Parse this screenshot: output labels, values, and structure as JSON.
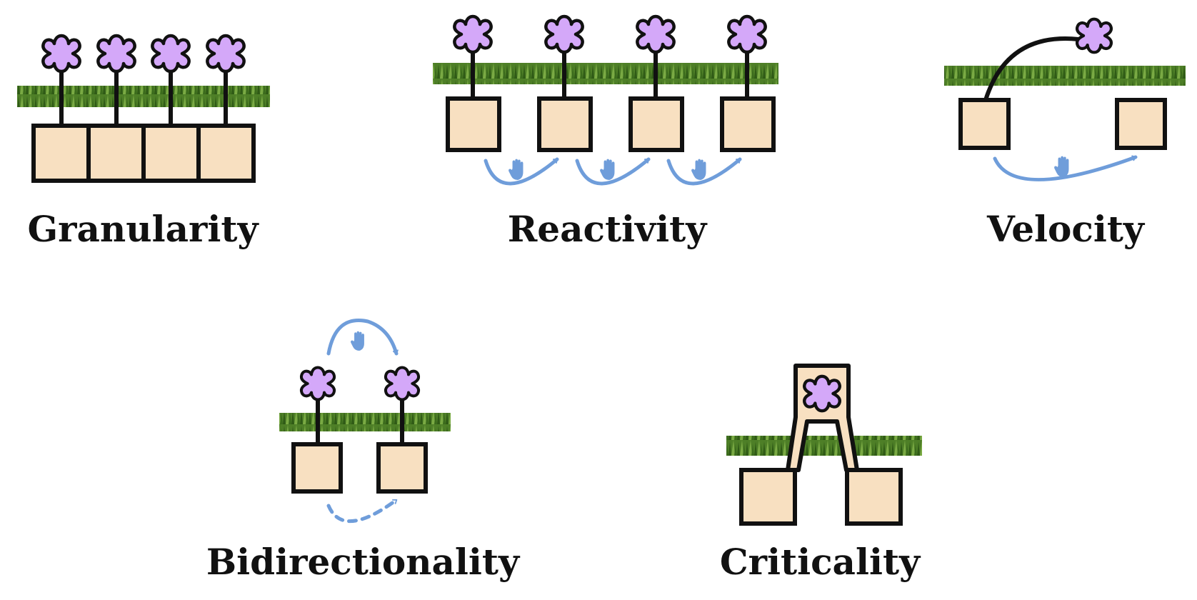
{
  "colors": {
    "flower": "#D4A8F9",
    "box": "#F8E0C1",
    "outline": "#111111",
    "arrow": "#6F9DDA",
    "grass_dark": "#3E6A1E",
    "grass_light": "#6B9B3A"
  },
  "icons": {
    "flower": "flower-icon",
    "hand": "hand-icon",
    "grass": "grass-strip"
  },
  "panels": {
    "granularity": {
      "label": "Granularity"
    },
    "reactivity": {
      "label": "Reactivity"
    },
    "velocity": {
      "label": "Velocity"
    },
    "bidirectionality": {
      "label": "Bidirectionality"
    },
    "criticality": {
      "label": "Criticality"
    }
  }
}
